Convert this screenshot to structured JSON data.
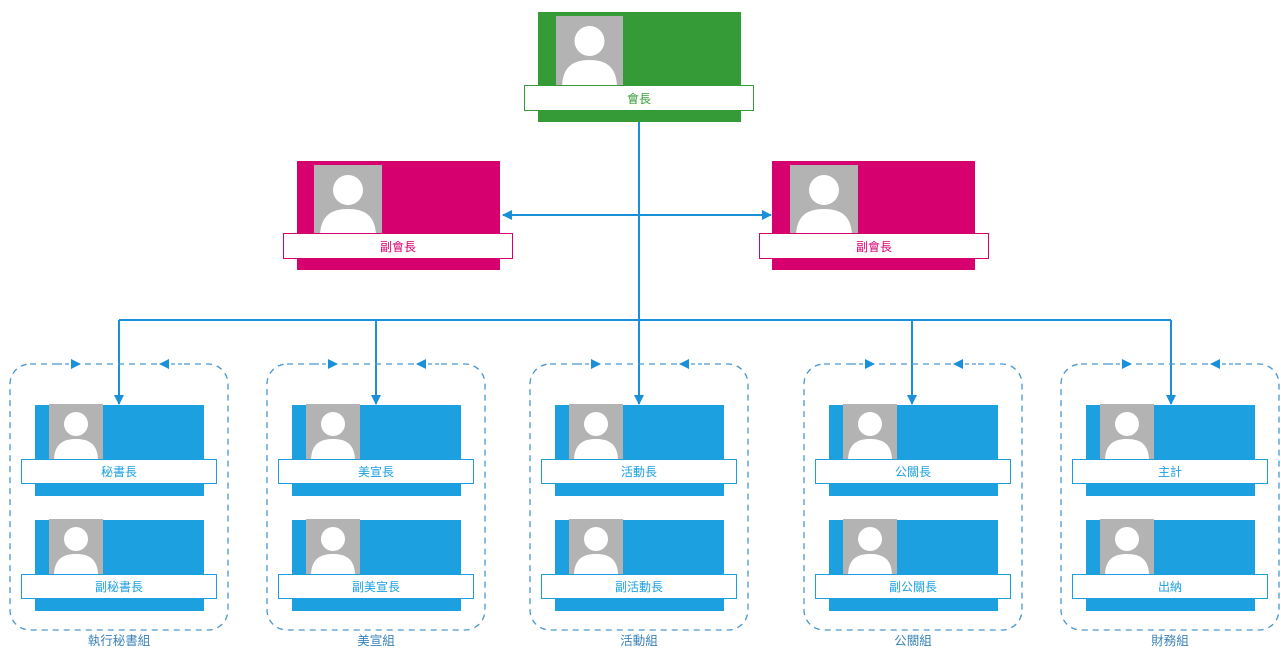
{
  "colors": {
    "president": "#359b37",
    "vice": "#d6006f",
    "member": "#1ca0e0",
    "connector": "#1a90d9",
    "group_border": "#4a96cf",
    "photo": "#b3b3b3"
  },
  "president": {
    "title": "會長"
  },
  "vice_presidents": [
    {
      "title": "副會長"
    },
    {
      "title": "副會長"
    }
  ],
  "groups": [
    {
      "name": "執行秘書組",
      "members": [
        {
          "title": "秘書長"
        },
        {
          "title": "副秘書長"
        }
      ]
    },
    {
      "name": "美宣組",
      "members": [
        {
          "title": "美宣長"
        },
        {
          "title": "副美宣長"
        }
      ]
    },
    {
      "name": "活動組",
      "members": [
        {
          "title": "活動長"
        },
        {
          "title": "副活動長"
        }
      ]
    },
    {
      "name": "公關組",
      "members": [
        {
          "title": "公關長"
        },
        {
          "title": "副公關長"
        }
      ]
    },
    {
      "name": "財務組",
      "members": [
        {
          "title": "主計"
        },
        {
          "title": "出納"
        }
      ]
    }
  ],
  "icons": {
    "photo": "person-placeholder-icon",
    "connector": "arrow-icon"
  }
}
